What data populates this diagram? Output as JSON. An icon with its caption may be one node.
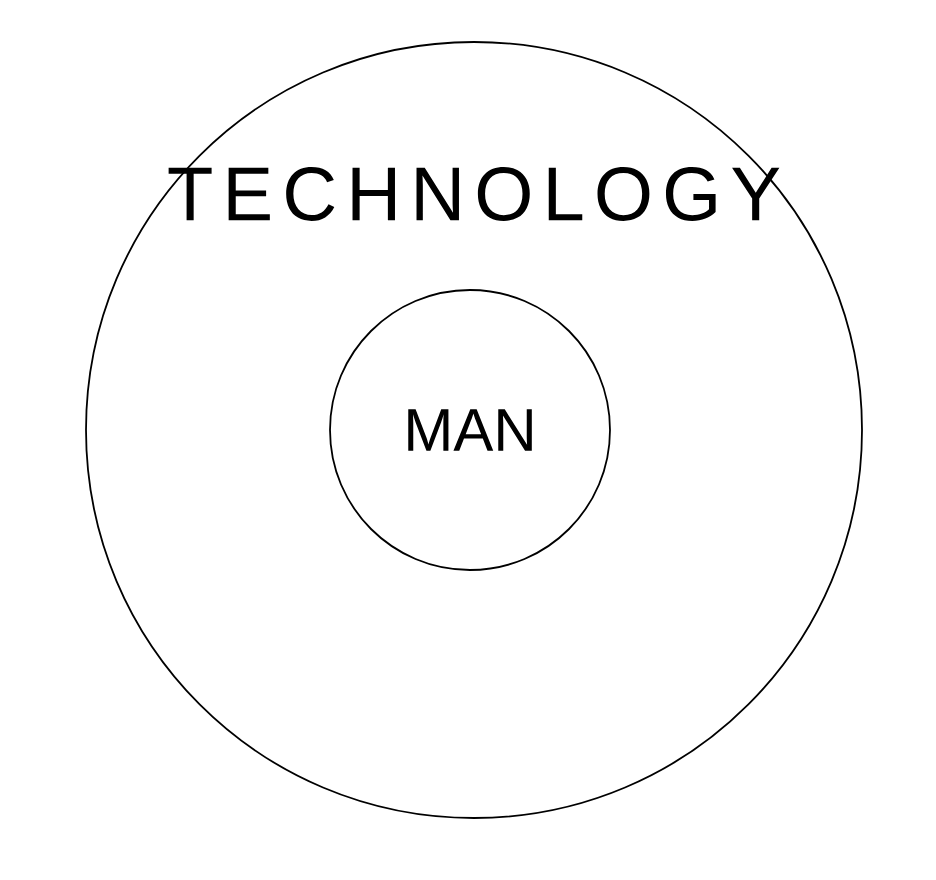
{
  "diagram": {
    "nodes": [
      {
        "text": [
          "TECHNOLOGY"
        ]
      },
      {
        "text": [
          "MAN"
        ],
        "in": 0
      }
    ]
  }
}
